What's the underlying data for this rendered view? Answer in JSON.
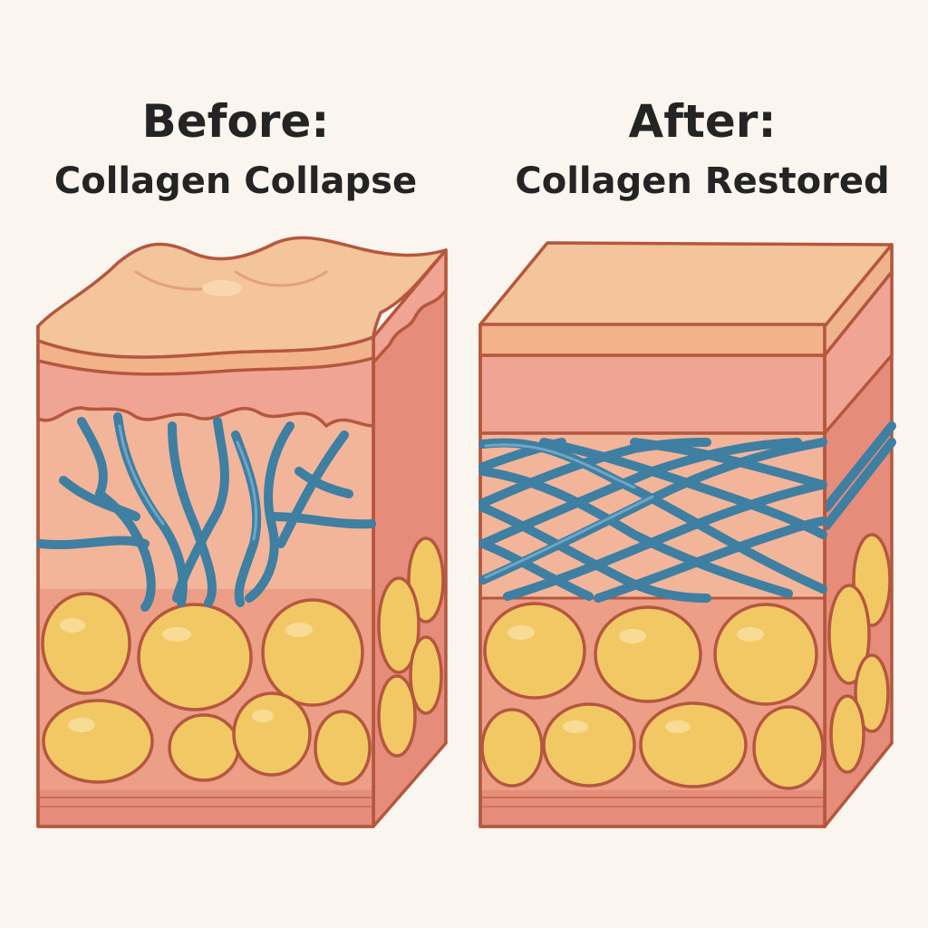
{
  "before": {
    "heading": "Before:",
    "subheading": "Collagen Collapse"
  },
  "after": {
    "heading": "After:",
    "subheading": "Collagen Restored"
  },
  "colors": {
    "background": "#faf6ef",
    "epidermis_top": "#f4c49a",
    "dermis": "#f0a493",
    "dermis_tissue": "#f2b59a",
    "collagen_fiber": "#3f7fa2",
    "fat_cell": "#f2c865",
    "outline": "#b5573e"
  }
}
